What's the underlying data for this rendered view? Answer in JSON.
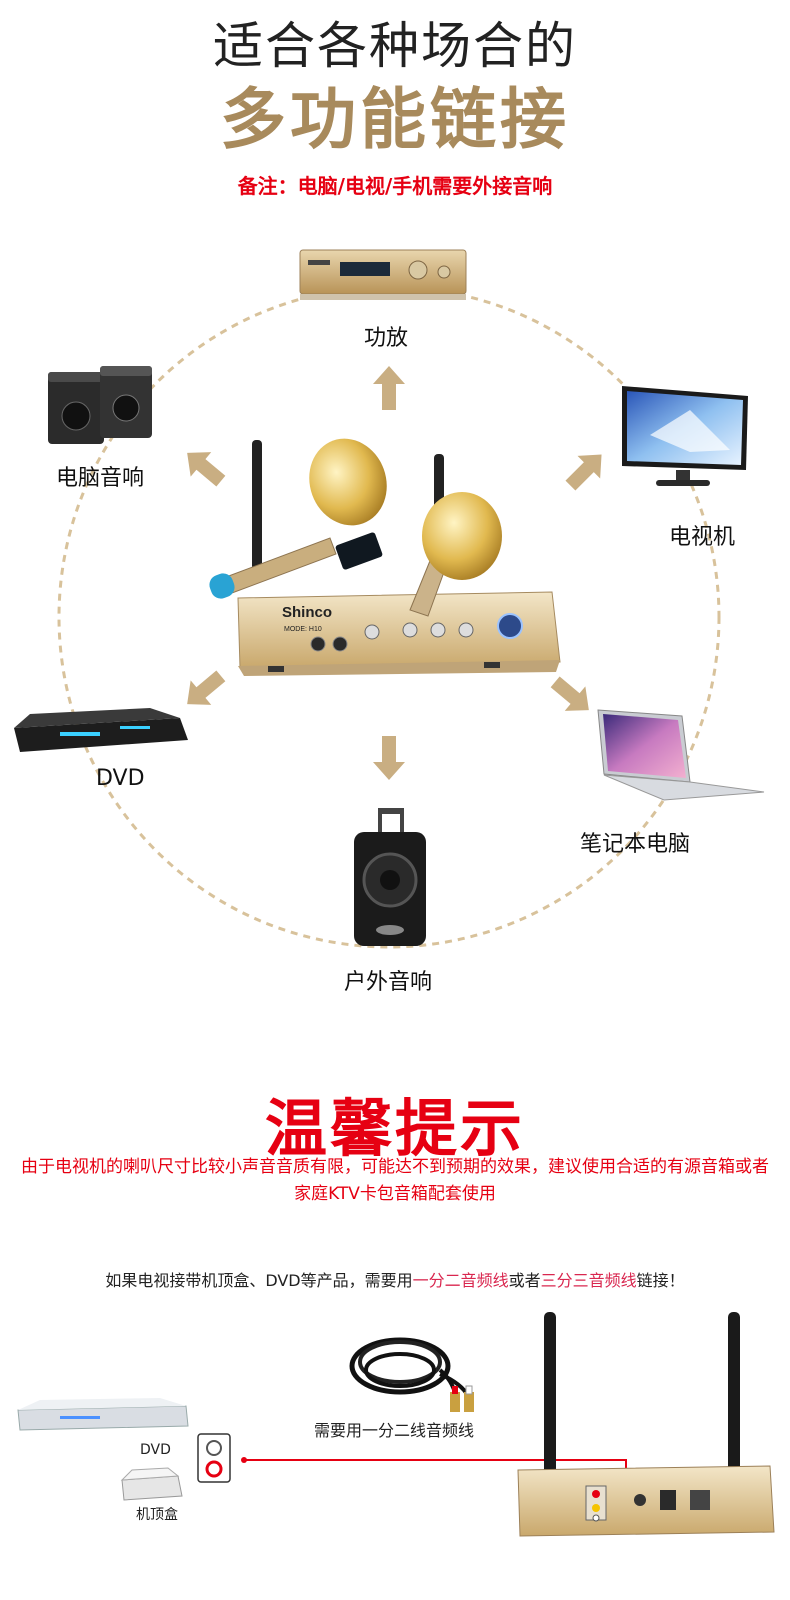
{
  "header": {
    "line1": "适合各种场合的",
    "line2": "多功能链接",
    "note": "备注：电脑/电视/手机需要外接音响"
  },
  "devices": {
    "amplifier": "功放",
    "pc_speaker": "电脑音响",
    "tv": "电视机",
    "dvd": "DVD",
    "laptop": "笔记本电脑",
    "outdoor_speaker": "户外音响"
  },
  "product": {
    "brand": "Shinco",
    "model": "MODE: H10"
  },
  "tips": {
    "title": "温馨提示",
    "body": "由于电视机的喇叭尺寸比较小声音音质有限，可能达不到预期的效果，建议使用合适的有源音箱或者家庭KTV卡包音箱配套使用"
  },
  "connection": {
    "text_a": "如果电视接带机顶盒、DVD等产品，需要用",
    "highlight_a": "一分二音频线",
    "text_b": "或者",
    "highlight_b": "三分三音频线",
    "text_c": "链接！",
    "cable_label": "需要用一分二线音频线",
    "dvd_label": "DVD",
    "stb_label": "机顶盒"
  },
  "colors": {
    "red": "#e60012",
    "gold": "#a88a5c",
    "pink": "#d9274f"
  }
}
